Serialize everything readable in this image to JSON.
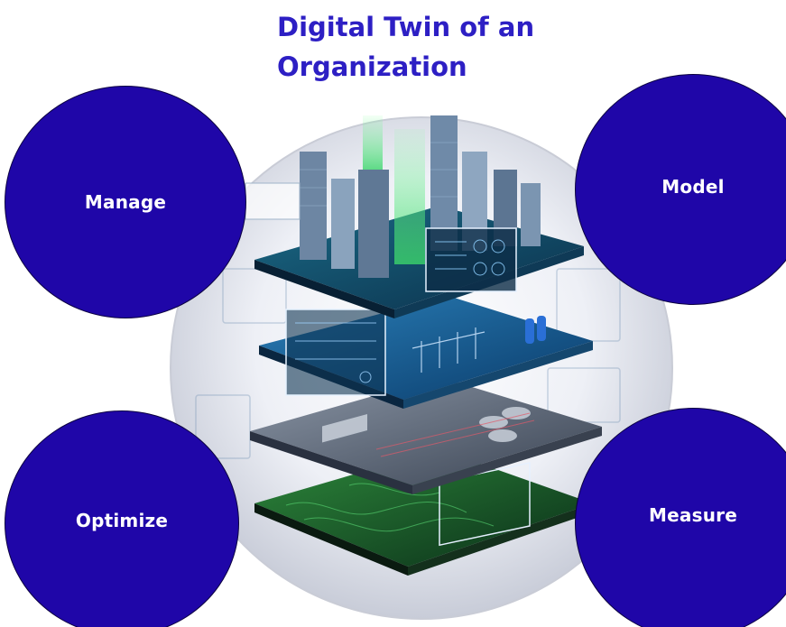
{
  "title": {
    "line1": "Digital Twin of an",
    "line2": "Organization"
  },
  "nodes": {
    "manage": "Manage",
    "model": "Model",
    "optimize": "Optimize",
    "measure": "Measure"
  },
  "colors": {
    "title": "#2d1fc4",
    "node_fill": "#1f06a8",
    "node_text": "#ffffff"
  },
  "illustration": {
    "description_icon": "layered-city-digital-twin-illustration"
  }
}
